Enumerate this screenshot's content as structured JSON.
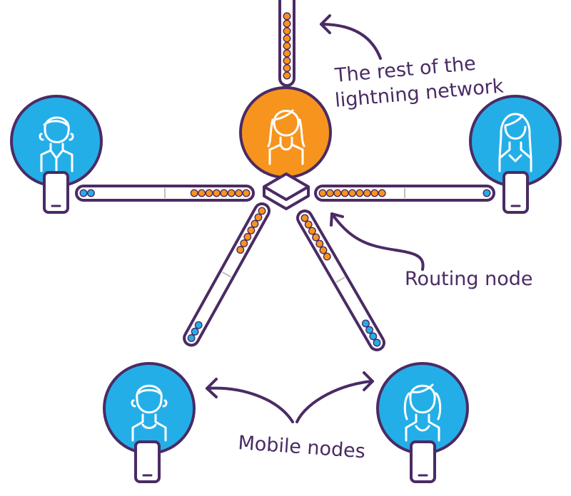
{
  "labels": {
    "rest_line1": "The rest of the",
    "rest_line2": "lightning network",
    "routing": "Routing node",
    "mobile": "Mobile nodes"
  },
  "colors": {
    "outline": "#4a2b64",
    "blue": "#24aee8",
    "orange": "#f7941d",
    "white": "#ffffff",
    "divider": "#bfbfbf"
  },
  "nodes": [
    {
      "id": "left",
      "kind": "mobile",
      "avatar": "man-short-hair-icon",
      "has_phone": true
    },
    {
      "id": "center",
      "kind": "routing",
      "avatar": "woman-long-hair-icon",
      "has_phone": false
    },
    {
      "id": "right",
      "kind": "mobile",
      "avatar": "woman-straight-hair-icon",
      "has_phone": true
    },
    {
      "id": "bottom-left",
      "kind": "mobile",
      "avatar": "boy-icon",
      "has_phone": true
    },
    {
      "id": "bottom-right",
      "kind": "mobile",
      "avatar": "girl-pigtails-icon",
      "has_phone": true
    }
  ],
  "channels": [
    {
      "id": "top",
      "orange_dots": 9,
      "blue_dots": 0
    },
    {
      "id": "left",
      "orange_dots": 8,
      "blue_dots": 2
    },
    {
      "id": "right",
      "orange_dots": 9,
      "blue_dots": 1
    },
    {
      "id": "bottom-left",
      "orange_dots": 7,
      "blue_dots": 3
    },
    {
      "id": "bottom-right",
      "orange_dots": 7,
      "blue_dots": 4
    }
  ]
}
